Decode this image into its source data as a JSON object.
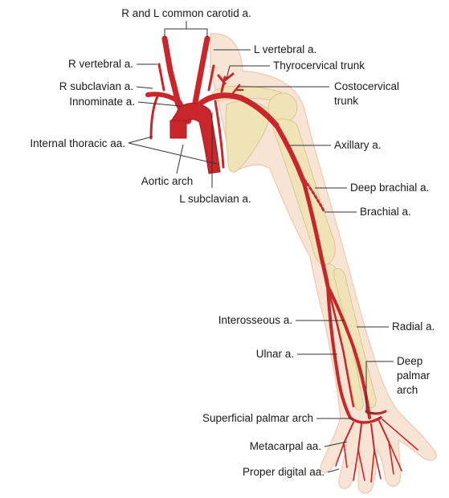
{
  "colors": {
    "artery": "#c8262b",
    "artery_dark": "#a51c22",
    "skin": "#f8e4d4",
    "skin_edge": "#efc9ad",
    "bone": "#f1e3b8",
    "bone_edge": "#dcc88f",
    "leader": "#333333",
    "text": "#1a1a1a"
  },
  "labels": {
    "carotid": "R and L common carotid a.",
    "l_vertebral": "L vertebral a.",
    "r_vertebral": "R vertebral a.",
    "thyrocervical": "Thyrocervical trunk",
    "r_subclavian": "R subclavian a.",
    "costocervical_1": "Costocervical",
    "costocervical_2": "trunk",
    "innominate": "Innominate a.",
    "internal_thoracic": "Internal thoracic aa.",
    "axillary": "Axillary a.",
    "aortic_arch": "Aortic arch",
    "deep_brachial": "Deep brachial a.",
    "l_subclavian": "L subclavian a.",
    "brachial": "Brachial a.",
    "interosseous": "Interosseous a.",
    "radial": "Radial a.",
    "ulnar": "Ulnar a.",
    "deep_palmar_1": "Deep",
    "deep_palmar_2": "palmar",
    "deep_palmar_3": "arch",
    "superficial_palmar": "Superficial palmar arch",
    "metacarpal": "Metacarpal aa.",
    "proper_digital": "Proper digital aa."
  }
}
